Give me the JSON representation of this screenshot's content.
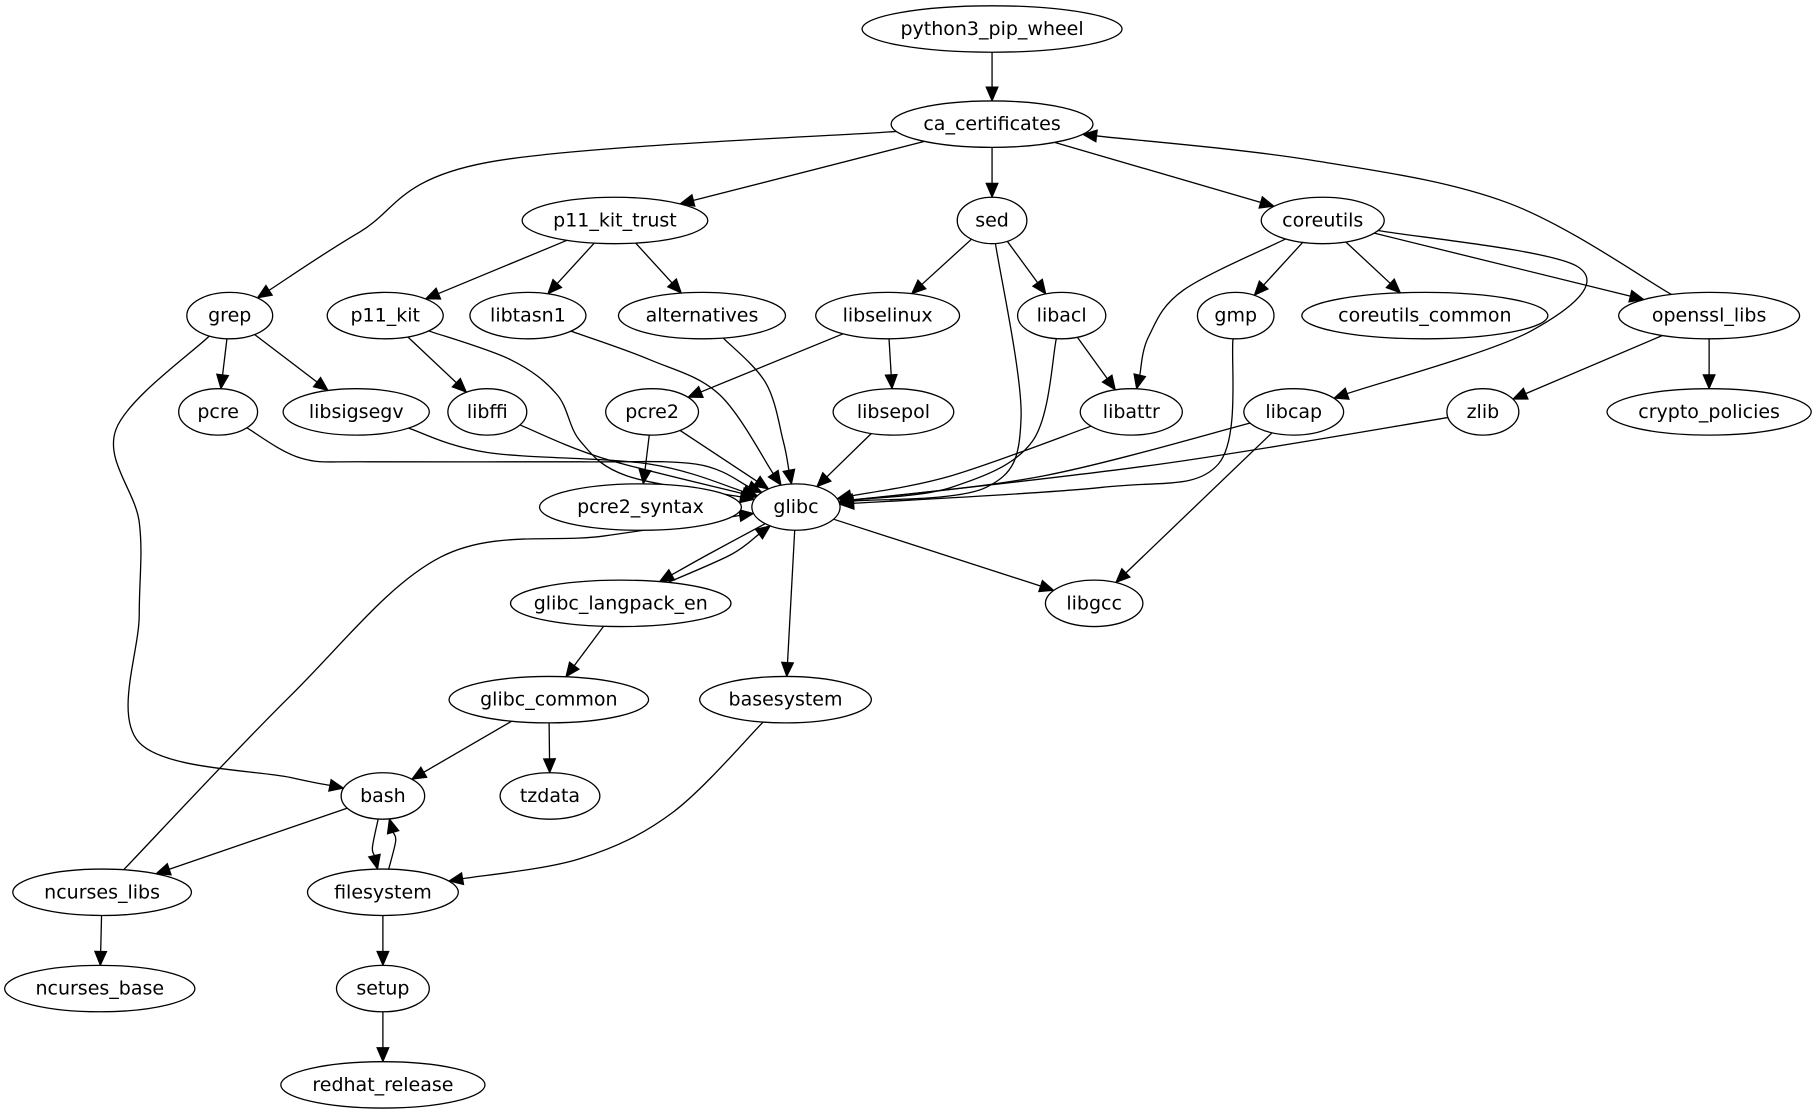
{
  "diagram": {
    "type": "directed-graph",
    "nodes": [
      {
        "id": "python3_pip_wheel",
        "label": "python3_pip_wheel"
      },
      {
        "id": "ca_certificates",
        "label": "ca_certificates"
      },
      {
        "id": "p11_kit_trust",
        "label": "p11_kit_trust"
      },
      {
        "id": "sed",
        "label": "sed"
      },
      {
        "id": "coreutils",
        "label": "coreutils"
      },
      {
        "id": "grep",
        "label": "grep"
      },
      {
        "id": "p11_kit",
        "label": "p11_kit"
      },
      {
        "id": "libtasn1",
        "label": "libtasn1"
      },
      {
        "id": "alternatives",
        "label": "alternatives"
      },
      {
        "id": "libselinux",
        "label": "libselinux"
      },
      {
        "id": "libacl",
        "label": "libacl"
      },
      {
        "id": "gmp",
        "label": "gmp"
      },
      {
        "id": "coreutils_common",
        "label": "coreutils_common"
      },
      {
        "id": "openssl_libs",
        "label": "openssl_libs"
      },
      {
        "id": "pcre",
        "label": "pcre"
      },
      {
        "id": "libsigsegv",
        "label": "libsigsegv"
      },
      {
        "id": "libffi",
        "label": "libffi"
      },
      {
        "id": "pcre2",
        "label": "pcre2"
      },
      {
        "id": "libsepol",
        "label": "libsepol"
      },
      {
        "id": "libattr",
        "label": "libattr"
      },
      {
        "id": "libcap",
        "label": "libcap"
      },
      {
        "id": "zlib",
        "label": "zlib"
      },
      {
        "id": "crypto_policies",
        "label": "crypto_policies"
      },
      {
        "id": "pcre2_syntax",
        "label": "pcre2_syntax"
      },
      {
        "id": "glibc",
        "label": "glibc"
      },
      {
        "id": "glibc_langpack_en",
        "label": "glibc_langpack_en"
      },
      {
        "id": "libgcc",
        "label": "libgcc"
      },
      {
        "id": "glibc_common",
        "label": "glibc_common"
      },
      {
        "id": "basesystem",
        "label": "basesystem"
      },
      {
        "id": "bash",
        "label": "bash"
      },
      {
        "id": "tzdata",
        "label": "tzdata"
      },
      {
        "id": "ncurses_libs",
        "label": "ncurses_libs"
      },
      {
        "id": "filesystem",
        "label": "filesystem"
      },
      {
        "id": "ncurses_base",
        "label": "ncurses_base"
      },
      {
        "id": "setup",
        "label": "setup"
      },
      {
        "id": "redhat_release",
        "label": "redhat_release"
      }
    ],
    "edges": [
      [
        "python3_pip_wheel",
        "ca_certificates"
      ],
      [
        "ca_certificates",
        "grep"
      ],
      [
        "ca_certificates",
        "p11_kit_trust"
      ],
      [
        "ca_certificates",
        "sed"
      ],
      [
        "ca_certificates",
        "coreutils"
      ],
      [
        "openssl_libs",
        "ca_certificates"
      ],
      [
        "p11_kit_trust",
        "p11_kit"
      ],
      [
        "p11_kit_trust",
        "libtasn1"
      ],
      [
        "p11_kit_trust",
        "alternatives"
      ],
      [
        "sed",
        "libselinux"
      ],
      [
        "sed",
        "glibc"
      ],
      [
        "sed",
        "libacl"
      ],
      [
        "coreutils",
        "libattr"
      ],
      [
        "coreutils",
        "gmp"
      ],
      [
        "coreutils",
        "coreutils_common"
      ],
      [
        "coreutils",
        "openssl_libs"
      ],
      [
        "coreutils",
        "libcap"
      ],
      [
        "grep",
        "pcre"
      ],
      [
        "grep",
        "libsigsegv"
      ],
      [
        "grep",
        "bash"
      ],
      [
        "p11_kit",
        "libffi"
      ],
      [
        "p11_kit",
        "glibc"
      ],
      [
        "libtasn1",
        "glibc"
      ],
      [
        "alternatives",
        "glibc"
      ],
      [
        "libselinux",
        "pcre2"
      ],
      [
        "libselinux",
        "libsepol"
      ],
      [
        "libacl",
        "libattr"
      ],
      [
        "libacl",
        "glibc"
      ],
      [
        "gmp",
        "glibc"
      ],
      [
        "openssl_libs",
        "zlib"
      ],
      [
        "openssl_libs",
        "crypto_policies"
      ],
      [
        "pcre",
        "glibc"
      ],
      [
        "libsigsegv",
        "glibc"
      ],
      [
        "libffi",
        "glibc"
      ],
      [
        "pcre2",
        "pcre2_syntax"
      ],
      [
        "pcre2",
        "glibc"
      ],
      [
        "libsepol",
        "glibc"
      ],
      [
        "libattr",
        "glibc"
      ],
      [
        "libcap",
        "glibc"
      ],
      [
        "libcap",
        "libgcc"
      ],
      [
        "zlib",
        "glibc"
      ],
      [
        "glibc",
        "glibc_langpack_en"
      ],
      [
        "glibc_langpack_en",
        "glibc"
      ],
      [
        "glibc",
        "basesystem"
      ],
      [
        "glibc",
        "libgcc"
      ],
      [
        "ncurses_libs",
        "glibc"
      ],
      [
        "glibc_langpack_en",
        "glibc_common"
      ],
      [
        "glibc_common",
        "bash"
      ],
      [
        "glibc_common",
        "tzdata"
      ],
      [
        "basesystem",
        "filesystem"
      ],
      [
        "bash",
        "ncurses_libs"
      ],
      [
        "bash",
        "filesystem"
      ],
      [
        "filesystem",
        "bash"
      ],
      [
        "ncurses_libs",
        "ncurses_base"
      ],
      [
        "filesystem",
        "setup"
      ],
      [
        "setup",
        "redhat_release"
      ]
    ]
  }
}
